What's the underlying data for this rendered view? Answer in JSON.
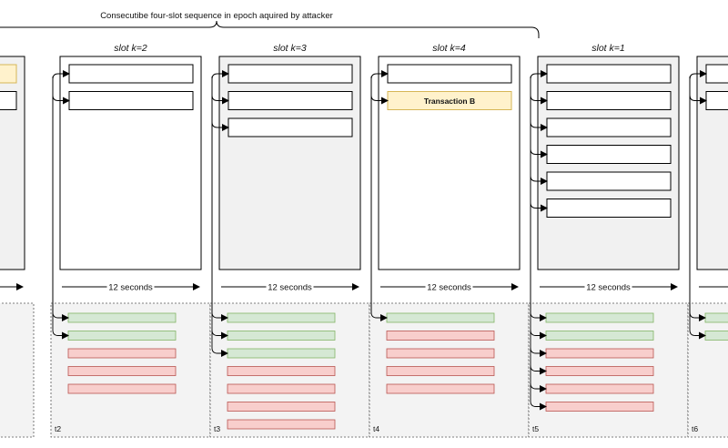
{
  "header": {
    "title": "Consecutibe four-slot sequence in epoch aquired by attacker"
  },
  "colors": {
    "slot_fill": "#f1f1f1",
    "slot_fill_white": "#ffffff",
    "tx_fill": "#fff2cc",
    "tx_stroke": "#d6b656",
    "green_fill": "#d5e8d4",
    "green_stroke": "#82b366",
    "red_fill": "#f8cecc",
    "red_stroke": "#b85450"
  },
  "slots": [
    {
      "label": "",
      "interval_label": "",
      "time_label": "",
      "blocks": [
        {
          "kind": "tx",
          "text": ""
        },
        {
          "kind": "empty",
          "text": ""
        }
      ],
      "pool": [
        "green",
        "red",
        "red"
      ]
    },
    {
      "label": "slot k=2",
      "interval_label": "12 seconds",
      "time_label": "t2",
      "blocks": [
        {
          "kind": "empty",
          "text": ""
        },
        {
          "kind": "empty",
          "text": ""
        }
      ],
      "pool": [
        "green",
        "green",
        "red",
        "red",
        "red"
      ]
    },
    {
      "label": "slot k=3",
      "interval_label": "12 seconds",
      "time_label": "t3",
      "blocks": [
        {
          "kind": "empty",
          "text": ""
        },
        {
          "kind": "empty",
          "text": ""
        },
        {
          "kind": "empty",
          "text": ""
        }
      ],
      "pool": [
        "green",
        "green",
        "green",
        "red",
        "red",
        "red",
        "red"
      ]
    },
    {
      "label": "slot k=4",
      "interval_label": "12 seconds",
      "time_label": "t4",
      "blocks": [
        {
          "kind": "empty",
          "text": ""
        },
        {
          "kind": "tx",
          "text": "Transaction B"
        }
      ],
      "pool": [
        "green",
        "red",
        "red",
        "red",
        "red"
      ]
    },
    {
      "label": "slot k=1",
      "interval_label": "12 seconds",
      "time_label": "t5",
      "blocks": [
        {
          "kind": "empty",
          "text": ""
        },
        {
          "kind": "empty",
          "text": ""
        },
        {
          "kind": "empty",
          "text": ""
        },
        {
          "kind": "empty",
          "text": ""
        },
        {
          "kind": "empty",
          "text": ""
        },
        {
          "kind": "empty",
          "text": ""
        }
      ],
      "pool": [
        "green",
        "green",
        "red",
        "red",
        "red",
        "red"
      ]
    },
    {
      "label": "",
      "interval_label": "",
      "time_label": "t6",
      "blocks": [
        {
          "kind": "empty",
          "text": ""
        },
        {
          "kind": "empty",
          "text": ""
        }
      ],
      "pool": [
        "green",
        "green"
      ]
    }
  ]
}
